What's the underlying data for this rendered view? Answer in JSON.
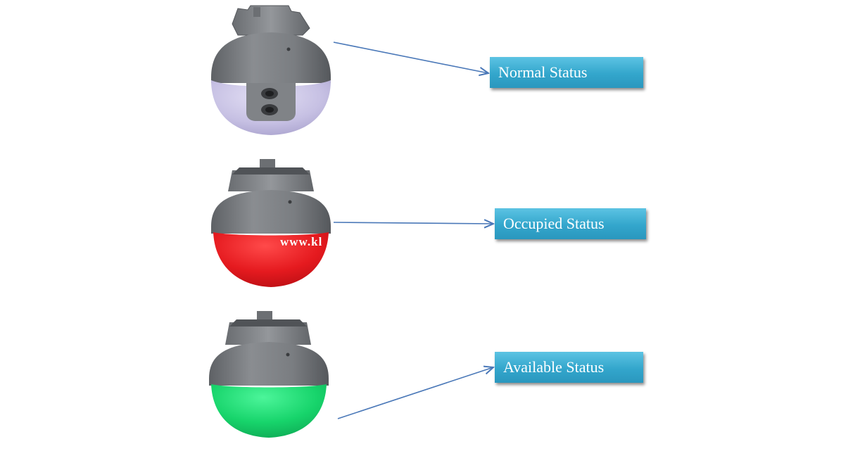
{
  "labels": {
    "normal": "Normal Status",
    "occupied": "Occupied Status",
    "available": "Available Status"
  },
  "watermark": "www.kl",
  "colors": {
    "housing": "#7b7e82",
    "normal_dome": "#c9c4e6",
    "occupied_dome": "#e81f24",
    "available_dome": "#19d66e",
    "label_fill": "#3fb0d6",
    "arrow": "#4a78b8"
  },
  "icons": {
    "sensor": "parking-sensor-icon",
    "arrow": "arrow-right-icon"
  }
}
